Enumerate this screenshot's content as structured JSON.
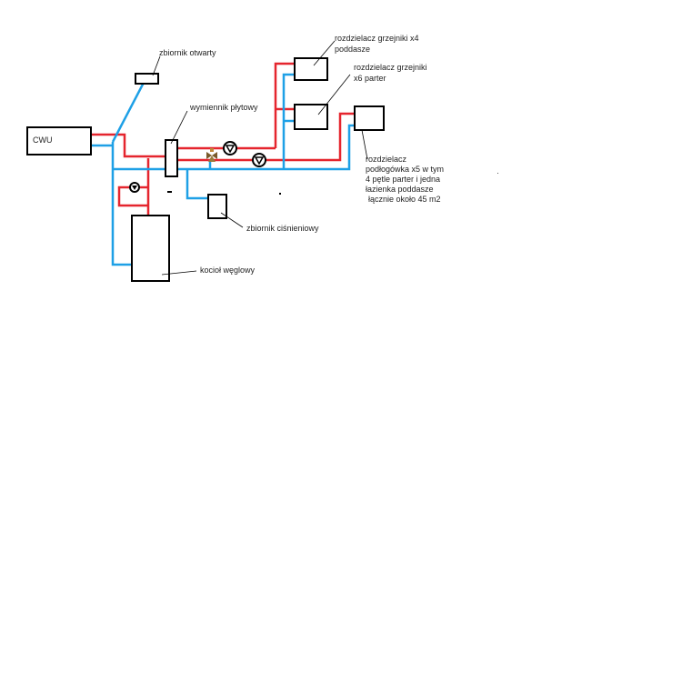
{
  "colors": {
    "hot": "#e5252e",
    "cold": "#1ea0e6",
    "outline": "#000000",
    "text": "#222222"
  },
  "labels": {
    "cwu": "CWU",
    "zbiornik_otwarty": "zbiornik otwarty",
    "wymiennik": "wymiennik płytowy",
    "rozdz_grzejniki_x4_l1": "rozdzielacz grzejniki x4",
    "rozdz_grzejniki_x4_l2": "poddasze",
    "rozdz_grzejniki_x6_l1": "rozdzielacz grzejniki",
    "rozdz_grzejniki_x6_l2": "x6 parter",
    "rozdz_podlogowka_l1": "rozdzielacz",
    "rozdz_podlogowka_l2": "podłogówka x5 w tym",
    "rozdz_podlogowka_l3": "4 pętle parter i jedna",
    "rozdz_podlogowka_l4": "łazienka poddasze",
    "rozdz_podlogowka_l5": "łącznie około 45 m2",
    "zbiornik_cisnieniowy": "zbiornik ciśnieniowy",
    "kociol": "kocioł węglowy"
  },
  "icons": {
    "pump": "pump-icon",
    "valve": "mixing-valve-icon"
  }
}
